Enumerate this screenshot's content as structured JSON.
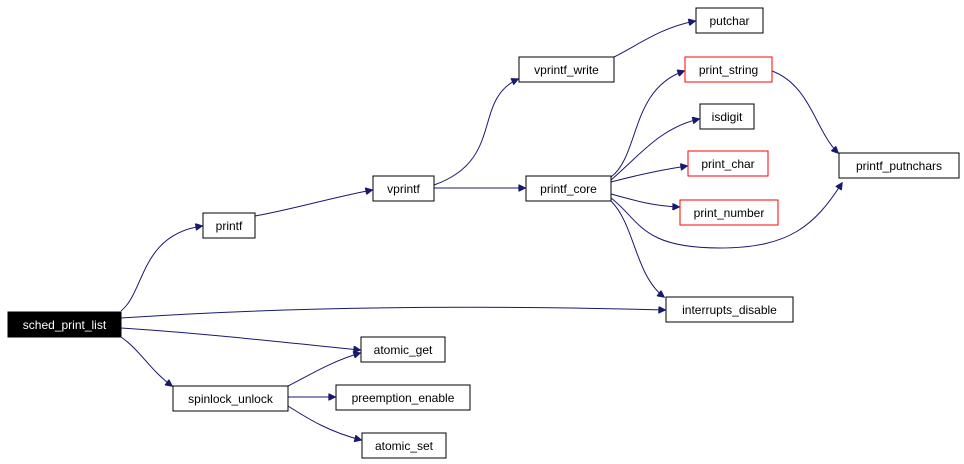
{
  "graph": {
    "nodes": {
      "sched_print_list": "sched_print_list",
      "printf": "printf",
      "vprintf": "vprintf",
      "vprintf_write": "vprintf_write",
      "putchar": "putchar",
      "printf_core": "printf_core",
      "print_string": "print_string",
      "isdigit": "isdigit",
      "print_char": "print_char",
      "print_number": "print_number",
      "printf_putnchars": "printf_putnchars",
      "interrupts_disable": "interrupts_disable",
      "atomic_get": "atomic_get",
      "spinlock_unlock": "spinlock_unlock",
      "preemption_enable": "preemption_enable",
      "atomic_set": "atomic_set"
    },
    "edges": [
      [
        "sched_print_list",
        "printf"
      ],
      [
        "sched_print_list",
        "interrupts_disable"
      ],
      [
        "sched_print_list",
        "atomic_get"
      ],
      [
        "sched_print_list",
        "spinlock_unlock"
      ],
      [
        "printf",
        "vprintf"
      ],
      [
        "vprintf",
        "vprintf_write"
      ],
      [
        "vprintf",
        "printf_core"
      ],
      [
        "vprintf_write",
        "putchar"
      ],
      [
        "printf_core",
        "print_string"
      ],
      [
        "printf_core",
        "isdigit"
      ],
      [
        "printf_core",
        "print_char"
      ],
      [
        "printf_core",
        "print_number"
      ],
      [
        "printf_core",
        "printf_putnchars"
      ],
      [
        "printf_core",
        "interrupts_disable"
      ],
      [
        "print_string",
        "printf_putnchars"
      ],
      [
        "spinlock_unlock",
        "atomic_get"
      ],
      [
        "spinlock_unlock",
        "preemption_enable"
      ],
      [
        "spinlock_unlock",
        "atomic_set"
      ]
    ],
    "colors": {
      "edge": "#191970",
      "node_border": "#000000",
      "undocumented_border": "#ff0000",
      "root_fill": "#000000",
      "root_text": "#ffffff"
    }
  }
}
